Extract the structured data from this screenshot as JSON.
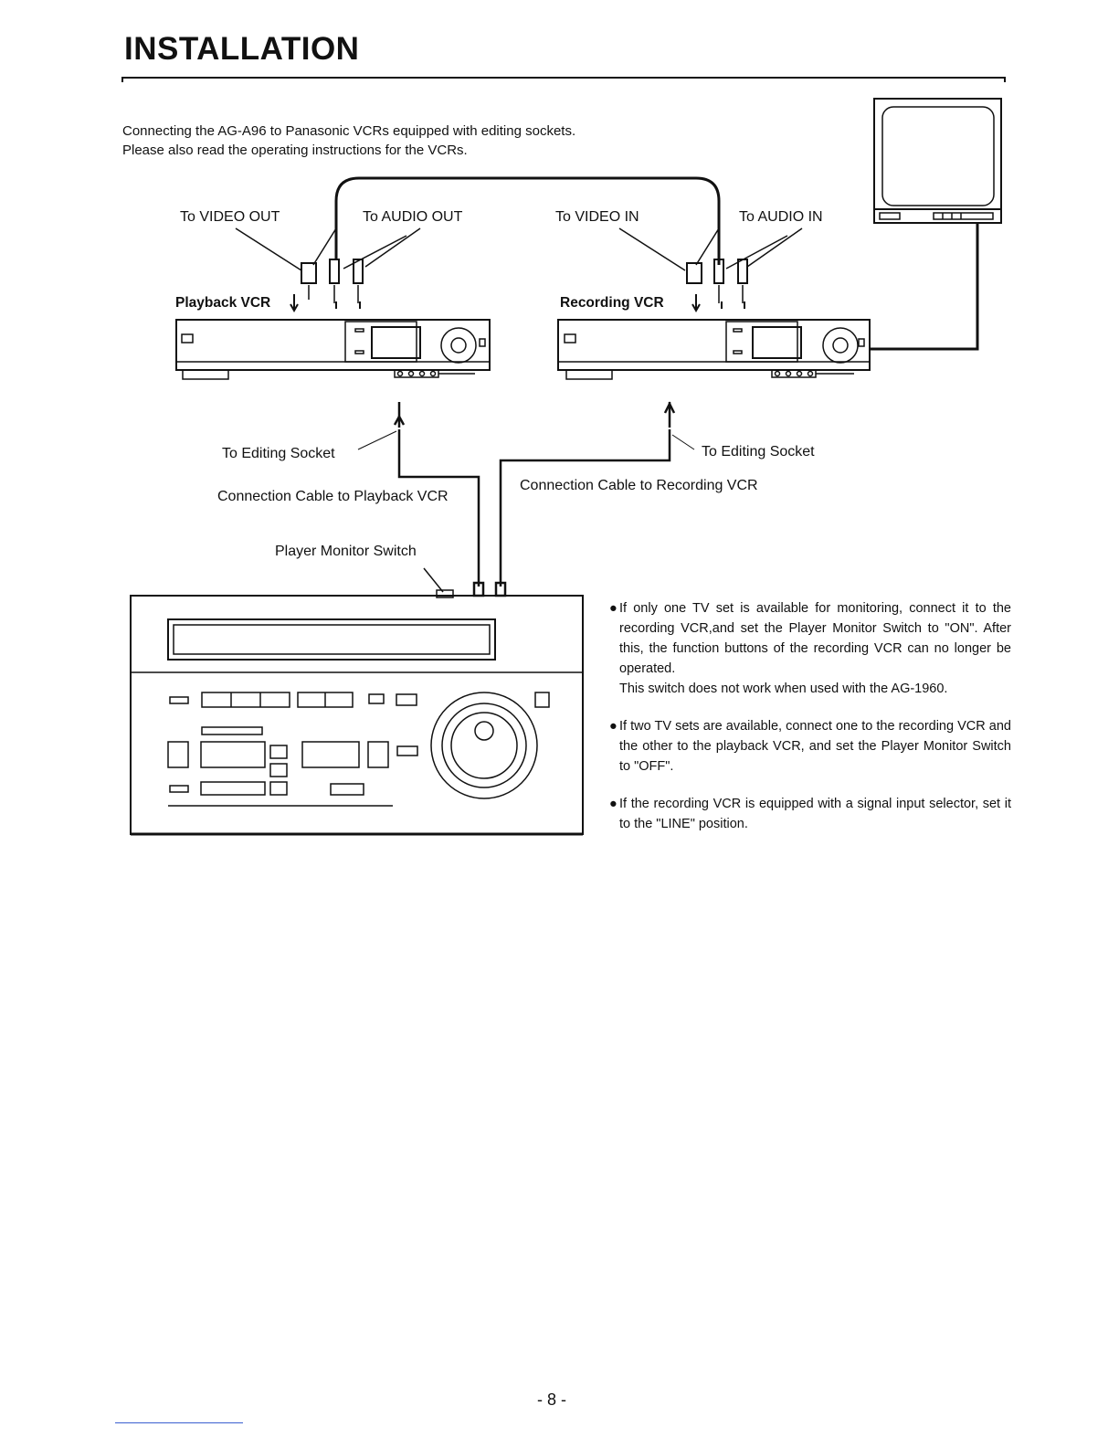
{
  "header": {
    "title": "INSTALLATION"
  },
  "intro": {
    "line1": "Connecting the AG-A96 to Panasonic VCRs equipped with editing sockets.",
    "line2": "Please also read the operating instructions for the VCRs."
  },
  "diagram": {
    "to_video_out": "To VIDEO OUT",
    "to_audio_out": "To AUDIO OUT",
    "to_video_in": "To VIDEO IN",
    "to_audio_in": "To AUDIO IN",
    "playback_vcr": "Playback VCR",
    "recording_vcr": "Recording VCR",
    "to_editing_socket_left": "To Editing Socket",
    "to_editing_socket_right": "To Editing Socket",
    "cable_playback": "Connection Cable to Playback VCR",
    "cable_recording": "Connection Cable to Recording VCR",
    "player_monitor_switch": "Player Monitor Switch"
  },
  "notes": {
    "bullet": "●",
    "items": [
      {
        "line1": "If only one TV set is available for monitoring, connect it to the recording VCR,and set the Player Monitor Switch to \"ON\". After this, the function buttons of the recording VCR can no longer be operated.",
        "line2": "This switch does not work when used with the AG-1960."
      },
      {
        "line1": "If two TV sets are available, connect one to the recording VCR and the other to the playback VCR, and set the Player Monitor Switch to \"OFF\"."
      },
      {
        "line1": "If the recording VCR is equipped with a signal input selector, set it to the \"LINE\" position."
      }
    ]
  },
  "footer": {
    "page_number": "- 8 -"
  }
}
